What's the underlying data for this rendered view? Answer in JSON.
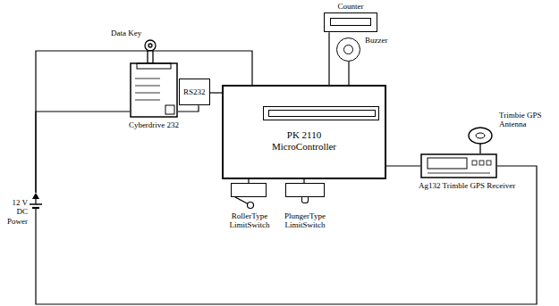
{
  "diagram": {
    "nodes": [
      {
        "text": [
          "Counter"
        ]
      },
      {
        "text": [
          "Buzzer"
        ]
      },
      {
        "text": [
          "Cyberdrive 232"
        ]
      },
      {
        "text": [
          "RS232"
        ]
      },
      {
        "text": [
          "PK 2110 MicroController"
        ]
      },
      {
        "text": [
          "Trimbie GPS Antenna"
        ]
      },
      {
        "text": [
          "Ag132 Trimble GPS Receiver"
        ]
      },
      {
        "text": [
          "RollerType LimitSwitch"
        ]
      },
      {
        "text": [
          "PlungerType LimitSwitch"
        ]
      },
      {
        "text": [
          "12 V DC Power"
        ]
      }
    ],
    "edges": [
      {
        "from": 4,
        "to": 0,
        "arrow": "none"
      },
      {
        "from": 4,
        "to": 1,
        "arrow": "none"
      },
      {
        "from": 2,
        "to": 3,
        "arrow": "none"
      },
      {
        "from": 3,
        "to": 4,
        "arrow": "none"
      },
      {
        "from": 4,
        "to": 7,
        "arrow": "none"
      },
      {
        "from": 4,
        "to": 8,
        "arrow": "none"
      },
      {
        "from": 4,
        "to": 6,
        "arrow": "none"
      },
      {
        "from": 5,
        "to": 6,
        "arrow": "none"
      },
      {
        "from": 9,
        "to": 4,
        "arrow": "none"
      },
      {
        "from": 9,
        "to": 2,
        "arrow": "none"
      },
      {
        "from": 9,
        "to": 6,
        "arrow": "none"
      }
    ],
    "labels": [
      "Data Key"
    ]
  }
}
